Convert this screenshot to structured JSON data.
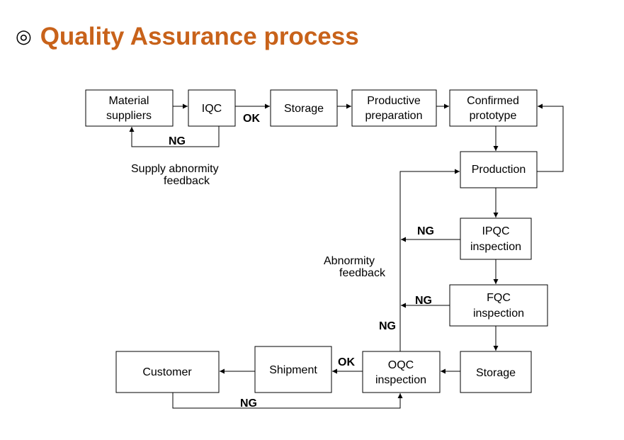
{
  "title": {
    "icon": "◎",
    "text": "Quality Assurance process"
  },
  "colors": {
    "title": "#c8621a",
    "lines": "#000000"
  },
  "nodes": {
    "material_suppliers": [
      "Material",
      "suppliers"
    ],
    "iqc": [
      "IQC"
    ],
    "storage_top": [
      "Storage"
    ],
    "productive_preparation": [
      "Productive",
      "preparation"
    ],
    "confirmed_prototype": [
      "Confirmed",
      "prototype"
    ],
    "production": [
      "Production"
    ],
    "ipqc_inspection": [
      "IPQC",
      "inspection"
    ],
    "fqc_inspection": [
      "FQC",
      "inspection"
    ],
    "storage_bottom": [
      "Storage"
    ],
    "oqc_inspection": [
      "OQC",
      "inspection"
    ],
    "shipment": [
      "Shipment"
    ],
    "customer": [
      "Customer"
    ]
  },
  "labels": {
    "iqc_ok": "OK",
    "iqc_ng": "NG",
    "supply_feedback_1": "Supply abnormity",
    "supply_feedback_2": "feedback",
    "ipqc_ng": "NG",
    "abnormity_feedback_1": "Abnormity",
    "abnormity_feedback_2": "feedback",
    "fqc_ng": "NG",
    "oqc_ng": "NG",
    "oqc_ok": "OK",
    "customer_ng": "NG"
  }
}
